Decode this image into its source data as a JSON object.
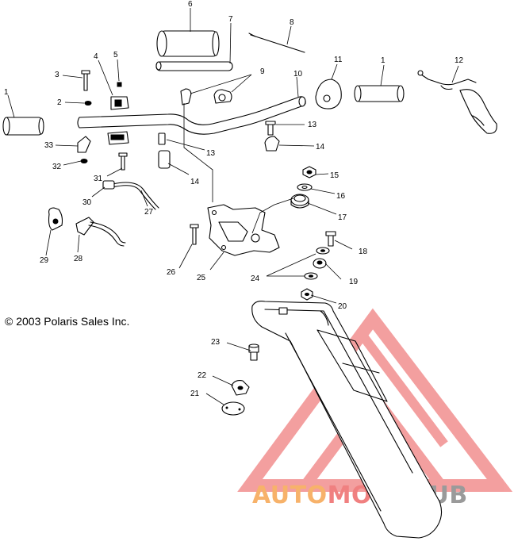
{
  "copyright": "© 2003 Polaris Sales Inc.",
  "watermark": {
    "part1": "AUTO",
    "part2": "MOTO",
    "part3": "HUB",
    "color_orange": "#f7b26a",
    "color_red": "#f08080",
    "color_gray": "#9a9a9a"
  },
  "labels": {
    "l1a": "1",
    "l1b": "1",
    "l2": "2",
    "l3": "3",
    "l4": "4",
    "l5": "5",
    "l6": "6",
    "l7": "7",
    "l8": "8",
    "l9": "9",
    "l10": "10",
    "l11": "11",
    "l12": "12",
    "l13a": "13",
    "l13b": "13",
    "l14a": "14",
    "l14b": "14",
    "l15": "15",
    "l16": "16",
    "l17": "17",
    "l18": "18",
    "l19": "19",
    "l20": "20",
    "l21": "21",
    "l22": "22",
    "l23": "23",
    "l24": "24",
    "l25": "25",
    "l26": "26",
    "l27": "27",
    "l28": "28",
    "l29": "29",
    "l30": "30",
    "l31": "31",
    "l32": "32",
    "l33": "33"
  }
}
